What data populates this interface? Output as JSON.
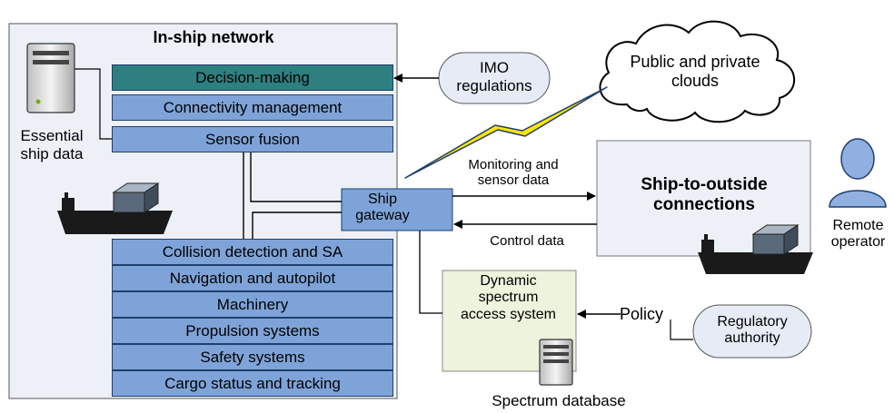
{
  "in_ship_network": {
    "title": "In-ship network",
    "upper_layers": [
      "Decision-making",
      "Connectivity management",
      "Sensor fusion"
    ],
    "lower_layers": [
      "Collision detection and SA",
      "Navigation and autopilot",
      "Machinery",
      "Propulsion systems",
      "Safety systems",
      "Cargo status and tracking"
    ],
    "essential_data_label": "Essential ship data"
  },
  "gateway": {
    "label": "Ship gateway"
  },
  "imo": {
    "label": "IMO regulations"
  },
  "cloud": {
    "label": "Public and private clouds"
  },
  "flows": {
    "outbound": "Monitoring and sensor data",
    "inbound": "Control data"
  },
  "outside": {
    "label": "Ship-to-outside connections"
  },
  "remote_operator": {
    "label": "Remote operator"
  },
  "dsa": {
    "label": "Dynamic spectrum access system"
  },
  "policy": {
    "label": "Policy"
  },
  "regulatory": {
    "label": "Regulatory authority"
  },
  "spectrum_db": {
    "label": "Spectrum database"
  },
  "colors": {
    "network_bg": "#edf1f7",
    "layer_fill": "#7ea3d8",
    "decision_fill": "#2e7f80",
    "gateway_fill": "#7ea3d8",
    "dsa_fill": "#edf3dc",
    "outside_bg": "#edf1f7",
    "bubble_fill": "#e6ebf5",
    "operator_fill": "#8fb0e0"
  }
}
